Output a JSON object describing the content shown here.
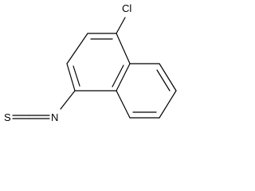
{
  "molecule": {
    "atoms": {
      "chlorine": "Cl",
      "nitrogen": "N",
      "sulfur": "S"
    }
  }
}
